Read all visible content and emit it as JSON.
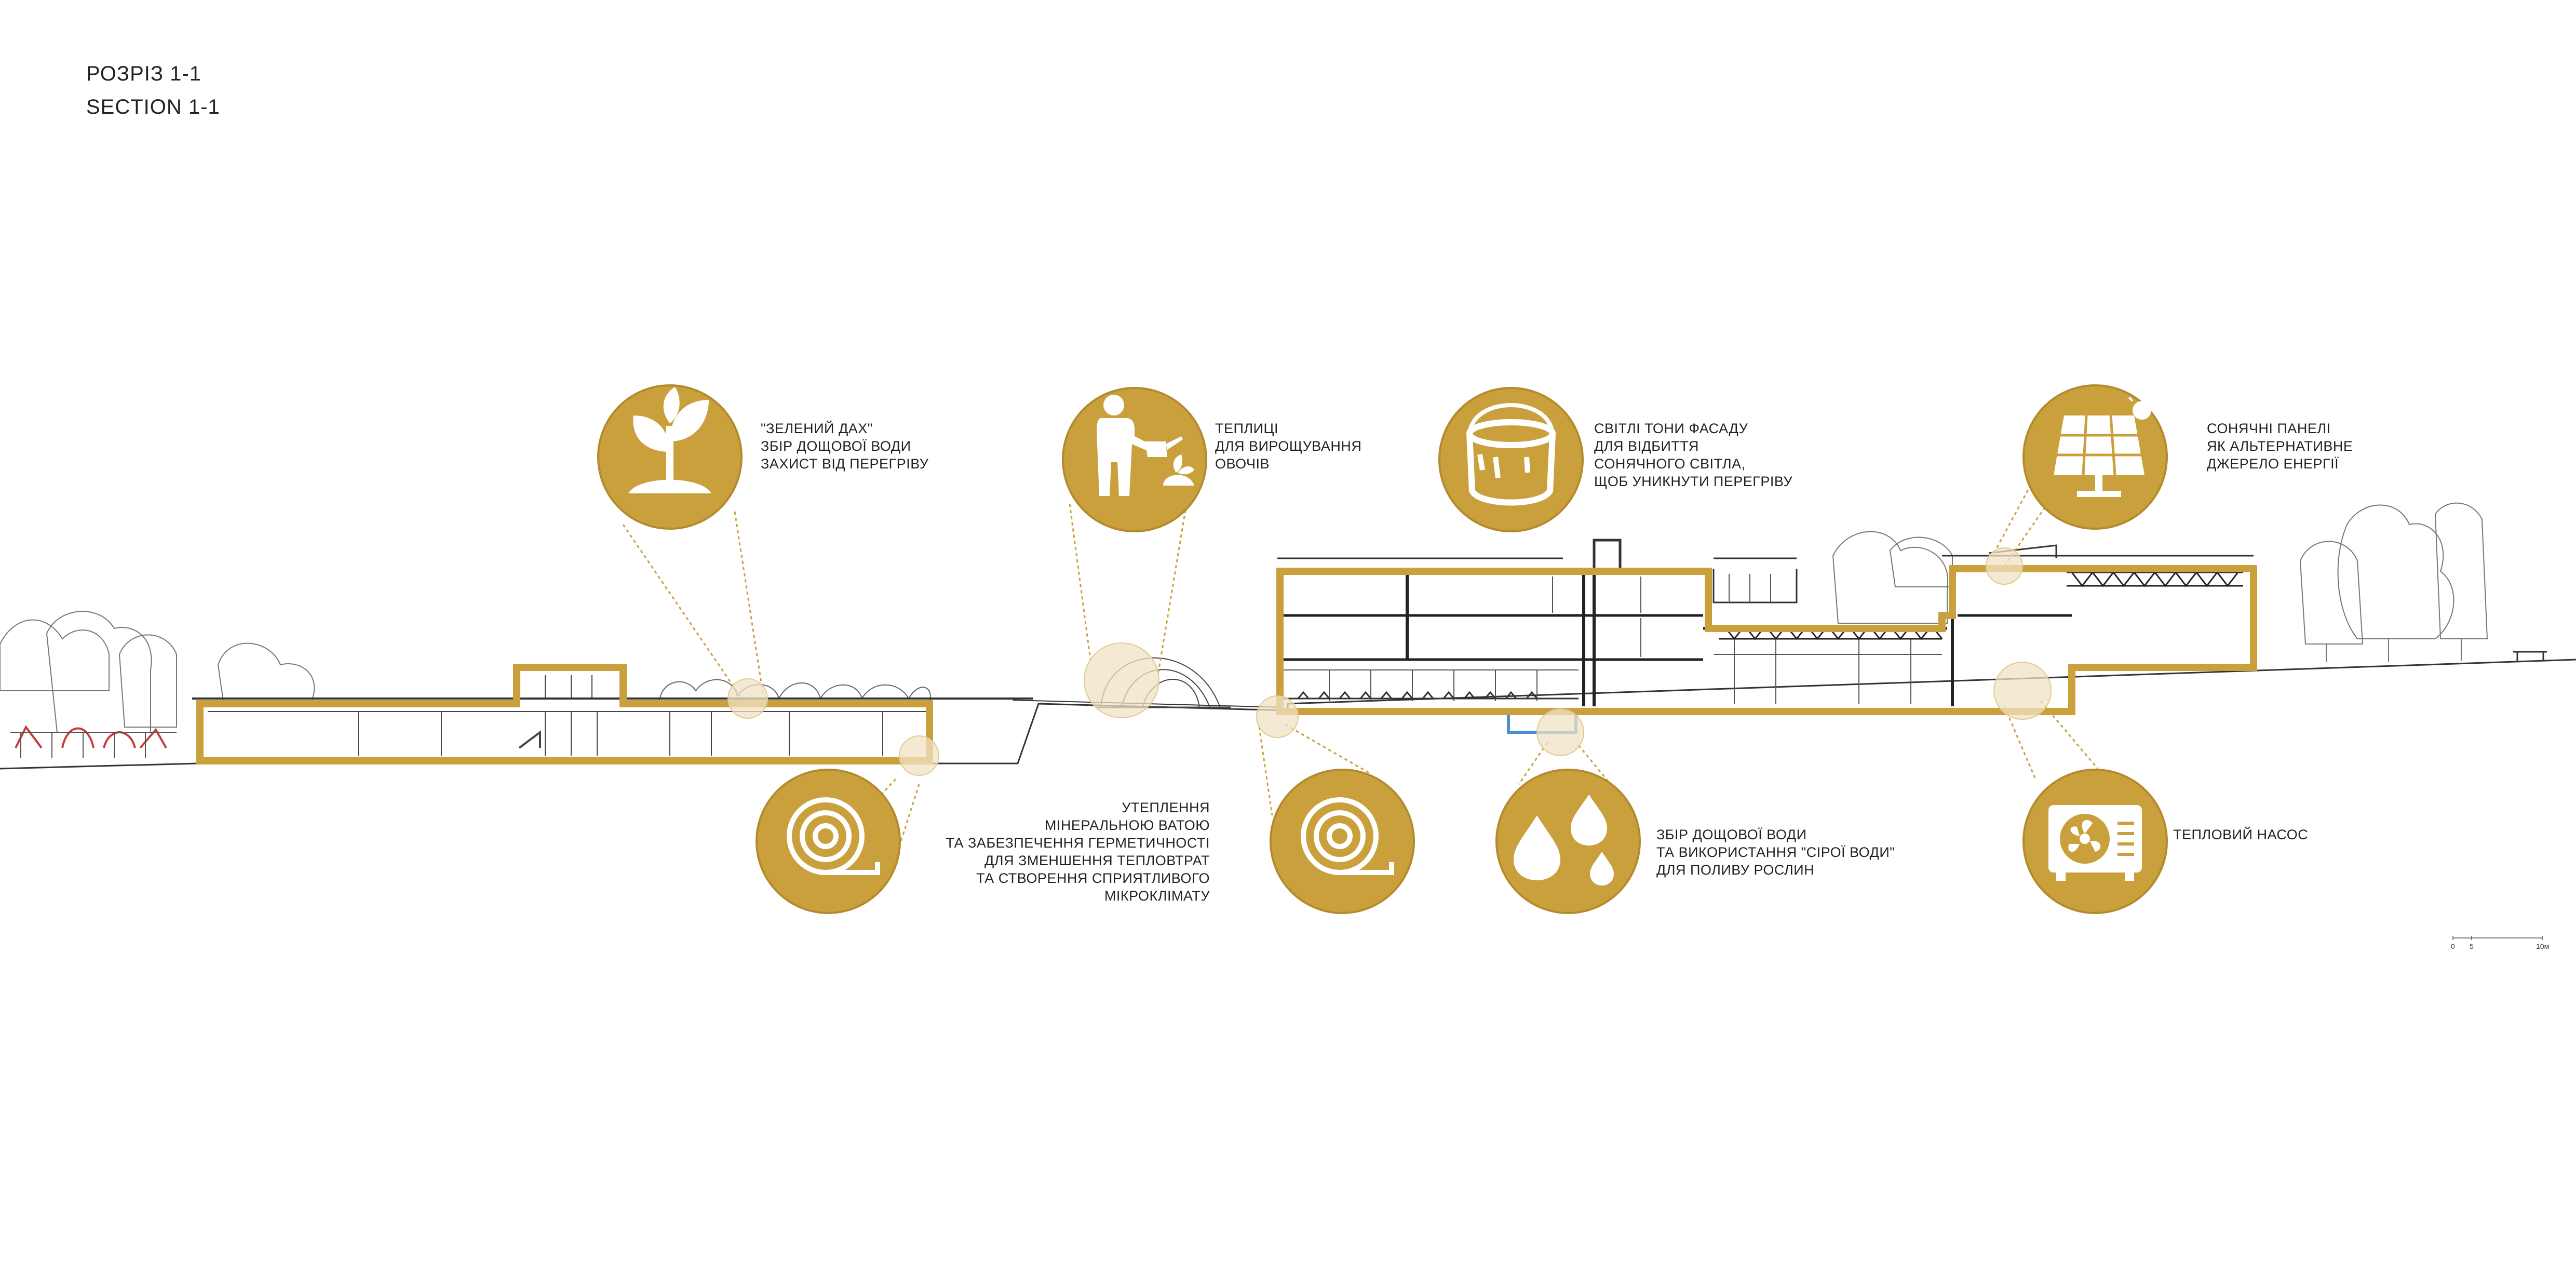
{
  "title": {
    "line1": "РОЗРІЗ 1-1",
    "line2": "SECTION 1-1"
  },
  "colors": {
    "accent": "#c9a03c",
    "accent_light": "#f0e2c4",
    "line": "#333333",
    "window_blue": "#4a8fd1",
    "playground_red": "#c83a3a"
  },
  "callouts": {
    "green_roof": {
      "icon": "sprout-icon",
      "lines": [
        "\"ЗЕЛЕНИЙ ДАХ\"",
        "ЗБІР ДОЩОВОЇ ВОДИ",
        "ЗАХИСТ ВІД ПЕРЕГРІВУ"
      ]
    },
    "greenhouse": {
      "icon": "gardener-watering-icon",
      "lines": [
        "ТЕПЛИЦІ",
        "ДЛЯ ВИРОЩУВАННЯ",
        "ОВОЧІВ"
      ]
    },
    "facade": {
      "icon": "paint-bucket-icon",
      "lines": [
        "СВІТЛІ ТОНИ ФАСАДУ",
        "ДЛЯ ВІДБИТТЯ",
        "СОНЯЧНОГО СВІТЛА,",
        "ЩОБ УНИКНУТИ ПЕРЕГРІВУ"
      ]
    },
    "solar": {
      "icon": "solar-panel-icon",
      "lines": [
        "СОНЯЧНІ ПАНЕЛІ",
        "ЯК АЛЬТЕРНАТИВНЕ",
        "ДЖЕРЕЛО ЕНЕРГІЇ"
      ]
    },
    "insulation": {
      "icon": "insulation-roll-icon",
      "lines": [
        "УТЕПЛЕННЯ",
        "МІНЕРАЛЬНОЮ ВАТОЮ",
        "ТА ЗАБЕЗПЕЧЕННЯ ГЕРМЕТИЧНОСТІ",
        "ДЛЯ ЗМЕНШЕННЯ ТЕПЛОВТРАТ",
        "ТА СТВОРЕННЯ СПРИЯТЛИВОГО",
        "МІКРОКЛІМАТУ"
      ]
    },
    "insulation_2": {
      "icon": "insulation-roll-icon"
    },
    "rainwater": {
      "icon": "water-drops-icon",
      "lines": [
        "ЗБІР ДОЩОВОЇ ВОДИ",
        "ТА ВИКОРИСТАННЯ \"СІРОЇ ВОДИ\"",
        "ДЛЯ ПОЛИВУ РОСЛИН"
      ]
    },
    "heat_pump": {
      "icon": "heat-pump-icon",
      "lines": [
        "ТЕПЛОВИЙ НАСОС"
      ]
    }
  },
  "scale": {
    "start": "0",
    "mid": "5",
    "end": "10м"
  }
}
